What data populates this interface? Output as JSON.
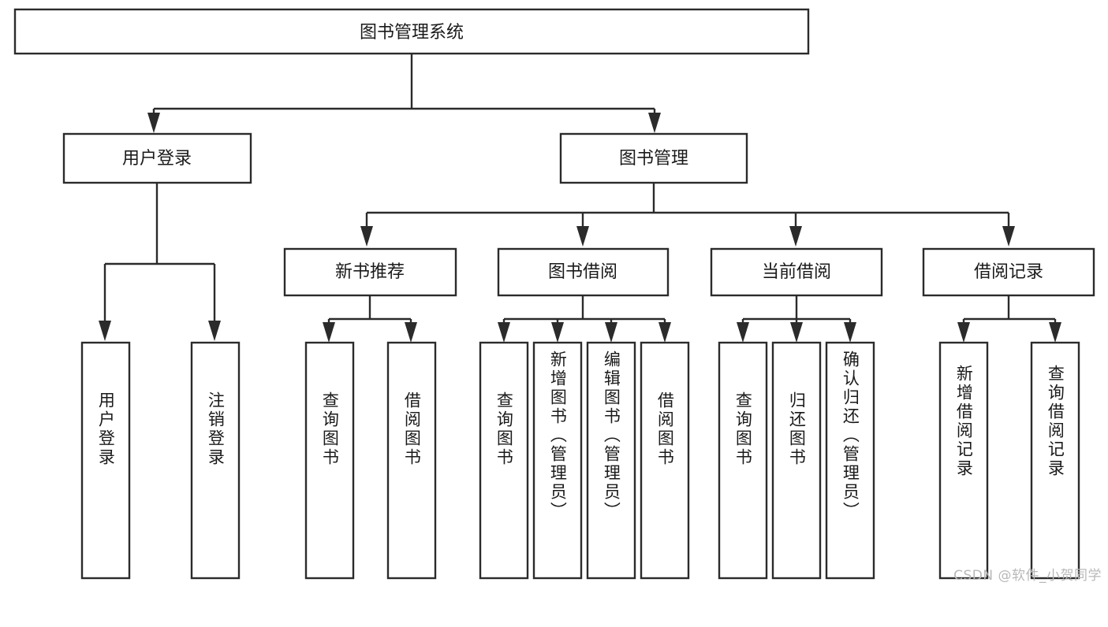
{
  "diagram": {
    "type": "tree",
    "title": "图书管理系统",
    "orientation": "top-down",
    "root": {
      "id": "root",
      "label": "图书管理系统"
    },
    "level1": [
      {
        "id": "user-login",
        "label": "用户登录"
      },
      {
        "id": "book-manage",
        "label": "图书管理"
      }
    ],
    "level2": [
      {
        "id": "new-book-rec",
        "label": "新书推荐",
        "parent": "book-manage"
      },
      {
        "id": "book-borrow",
        "label": "图书借阅",
        "parent": "book-manage"
      },
      {
        "id": "current-borrow",
        "label": "当前借阅",
        "parent": "book-manage"
      },
      {
        "id": "borrow-record",
        "label": "借阅记录",
        "parent": "book-manage"
      }
    ],
    "leaves": [
      {
        "id": "leaf-user-login",
        "label": "用户登录",
        "parent": "user-login"
      },
      {
        "id": "leaf-logout",
        "label": "注销登录",
        "parent": "user-login"
      },
      {
        "id": "leaf-query-book-1",
        "label": "查询图书",
        "parent": "new-book-rec"
      },
      {
        "id": "leaf-borrow-book-1",
        "label": "借阅图书",
        "parent": "new-book-rec"
      },
      {
        "id": "leaf-query-book-2",
        "label": "查询图书",
        "parent": "book-borrow"
      },
      {
        "id": "leaf-add-book",
        "label": "新增图书（管理员）",
        "parent": "book-borrow"
      },
      {
        "id": "leaf-edit-book",
        "label": "编辑图书（管理员）",
        "parent": "book-borrow"
      },
      {
        "id": "leaf-borrow-book-2",
        "label": "借阅图书",
        "parent": "book-borrow"
      },
      {
        "id": "leaf-query-book-3",
        "label": "查询图书",
        "parent": "current-borrow"
      },
      {
        "id": "leaf-return-book",
        "label": "归还图书",
        "parent": "current-borrow"
      },
      {
        "id": "leaf-confirm-return",
        "label": "确认归还（管理员）",
        "parent": "current-borrow"
      },
      {
        "id": "leaf-add-record",
        "label": "新增借阅记录",
        "parent": "borrow-record"
      },
      {
        "id": "leaf-query-record",
        "label": "查询借阅记录",
        "parent": "borrow-record"
      }
    ]
  },
  "watermark": {
    "text": "CSDN @软件_小贺同学"
  },
  "colors": {
    "stroke": "#2b2b2b",
    "box_fill": "#ffffff",
    "text": "#1a1a1a",
    "background": "#ffffff",
    "watermark": "#b8b8b8"
  }
}
